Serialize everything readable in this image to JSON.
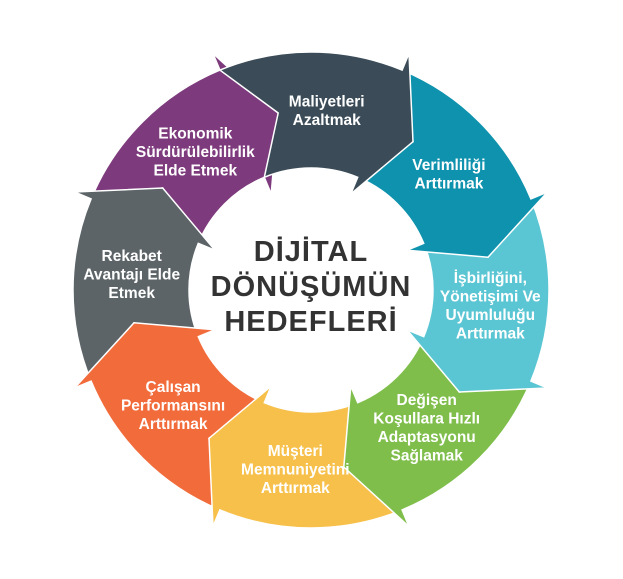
{
  "center_title": [
    "DİJİTAL",
    "DÖNÜŞÜMÜN",
    "HEDEFLERİ"
  ],
  "segments": [
    {
      "lines": [
        "Maliyetleri",
        "Azaltmak"
      ],
      "color": "#3b4c58"
    },
    {
      "lines": [
        "Verimliliği",
        "Arttırmak"
      ],
      "color": "#0e92ad"
    },
    {
      "lines": [
        "İşbirliğini,",
        "Yönetişimi Ve",
        "Uyumluluğu",
        "Arttırmak"
      ],
      "color": "#5bc6d3"
    },
    {
      "lines": [
        "Değişen",
        "Koşullara Hızlı",
        "Adaptasyonu",
        "Sağlamak"
      ],
      "color": "#7fbe4b"
    },
    {
      "lines": [
        "Müşteri",
        "Memnuniyetini",
        "Arttırmak"
      ],
      "color": "#f6c04a"
    },
    {
      "lines": [
        "Çalışan",
        "Performansını",
        "Arttırmak"
      ],
      "color": "#f26b3b"
    },
    {
      "lines": [
        "Rekabet",
        "Avantajı Elde",
        "Etmek"
      ],
      "color": "#5c6468"
    },
    {
      "lines": [
        "Ekonomik",
        "Sürdürülebilirlik",
        "Elde Etmek"
      ],
      "color": "#7d3a7c"
    }
  ]
}
